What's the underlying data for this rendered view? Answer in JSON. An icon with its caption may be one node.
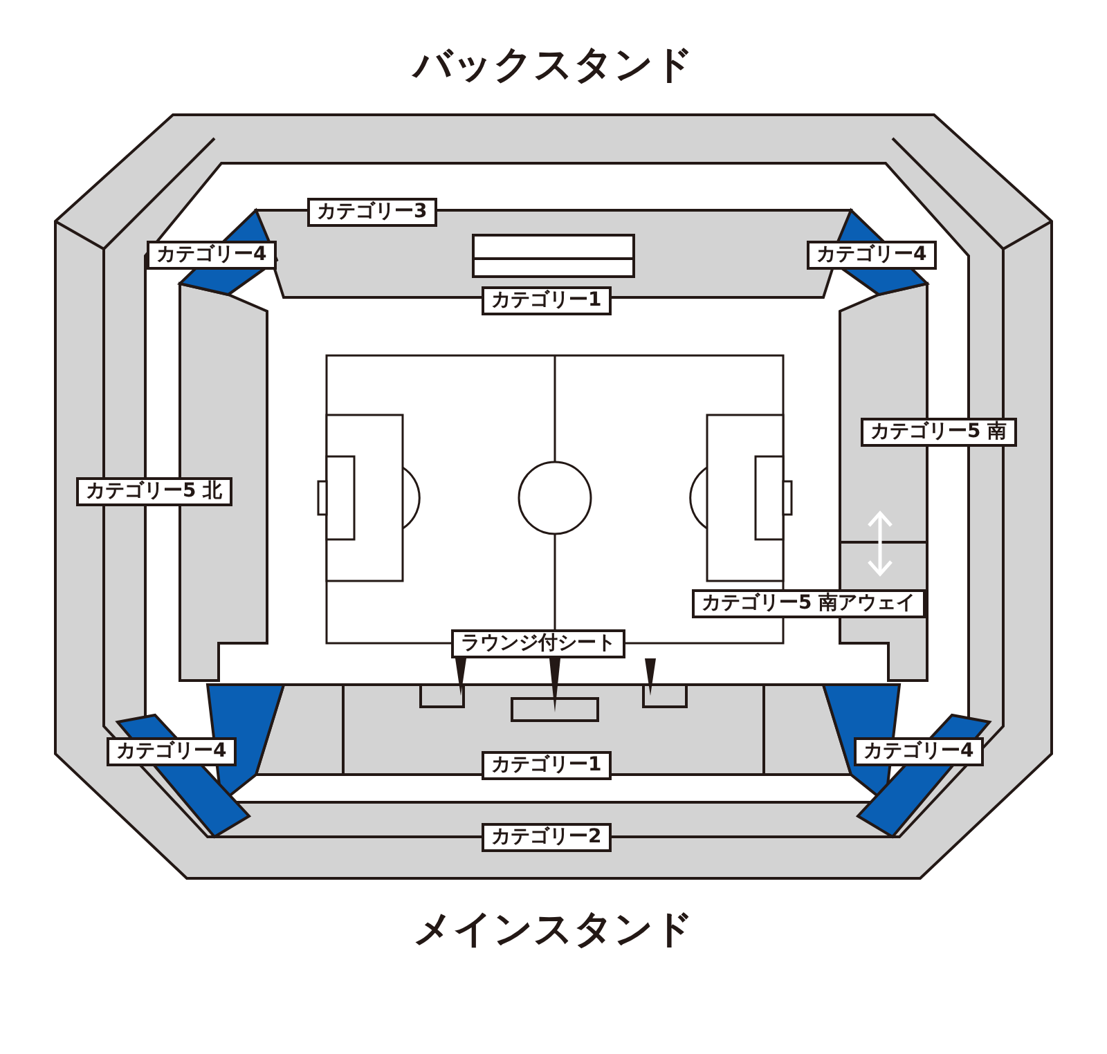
{
  "diagram": {
    "nodes": [
      {
        "text": [
          "カテゴリー3"
        ]
      },
      {
        "text": [
          "カテゴリー4"
        ]
      },
      {
        "text": [
          "カテゴリー4"
        ]
      },
      {
        "text": [
          "カテゴリー1"
        ]
      },
      {
        "text": [
          "カテゴリー5 南"
        ]
      },
      {
        "text": [
          "カテゴリー5 北"
        ]
      },
      {
        "text": [
          "カテゴリー5 南アウェイ"
        ]
      },
      {
        "text": [
          "ラウンジ付シート"
        ]
      },
      {
        "text": [],
        "shape": "box"
      },
      {
        "text": [],
        "shape": "box"
      },
      {
        "text": [],
        "shape": "box"
      },
      {
        "text": [
          "カテゴリー4"
        ]
      },
      {
        "text": [
          "カテゴリー1"
        ]
      },
      {
        "text": [
          "カテゴリー4"
        ]
      },
      {
        "text": [
          "カテゴリー2"
        ]
      }
    ],
    "edges": [
      {
        "from": 7,
        "to": 8,
        "arrow": "to"
      },
      {
        "from": 7,
        "to": 9,
        "arrow": "to"
      },
      {
        "from": 7,
        "to": 10,
        "arrow": "to"
      }
    ],
    "labels": [
      "バックスタンド",
      "メインスタンド"
    ]
  }
}
